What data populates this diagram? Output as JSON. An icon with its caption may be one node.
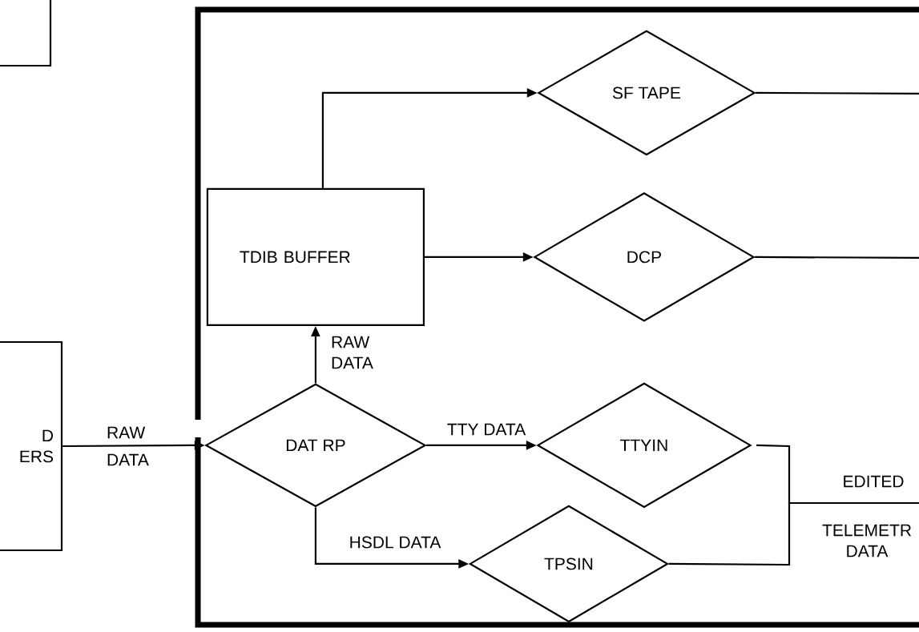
{
  "diagram": {
    "nodes": [
      {
        "text": [],
        "shape": "box"
      },
      {
        "text": [
          "D ERS"
        ]
      },
      {
        "text": [],
        "shape": "box"
      },
      {
        "text": [
          "TDIB BUFFER"
        ],
        "in": 2
      },
      {
        "text": [
          "SF TAPE"
        ],
        "in": 2
      },
      {
        "text": [
          "DCP"
        ],
        "in": 2
      },
      {
        "text": [
          "DAT RP"
        ],
        "in": 2
      },
      {
        "text": [
          "TTYIN"
        ],
        "in": 2
      },
      {
        "text": [
          "TPSIN"
        ],
        "in": 2
      }
    ],
    "edges": [
      {
        "from": 1,
        "to": 6,
        "arrow": "to",
        "label": "RAW DATA"
      },
      {
        "from": 6,
        "to": 3,
        "arrow": "to",
        "label": "RAW DATA"
      },
      {
        "from": 3,
        "to": 4,
        "arrow": "to"
      },
      {
        "from": 3,
        "to": 5,
        "arrow": "to"
      },
      {
        "from": 6,
        "to": 7,
        "arrow": "to",
        "label": "TTY DATA"
      },
      {
        "from": 6,
        "to": 8,
        "arrow": "to",
        "label": "HSDL DATA"
      },
      {
        "from": 4,
        "to": null,
        "arrow": "none"
      },
      {
        "from": 5,
        "to": null,
        "arrow": "none"
      },
      {
        "from": 7,
        "to": null,
        "arrow": "none",
        "label": "EDITED"
      },
      {
        "from": 8,
        "to": null,
        "arrow": "none",
        "label": "TELEMETR DATA"
      }
    ]
  }
}
